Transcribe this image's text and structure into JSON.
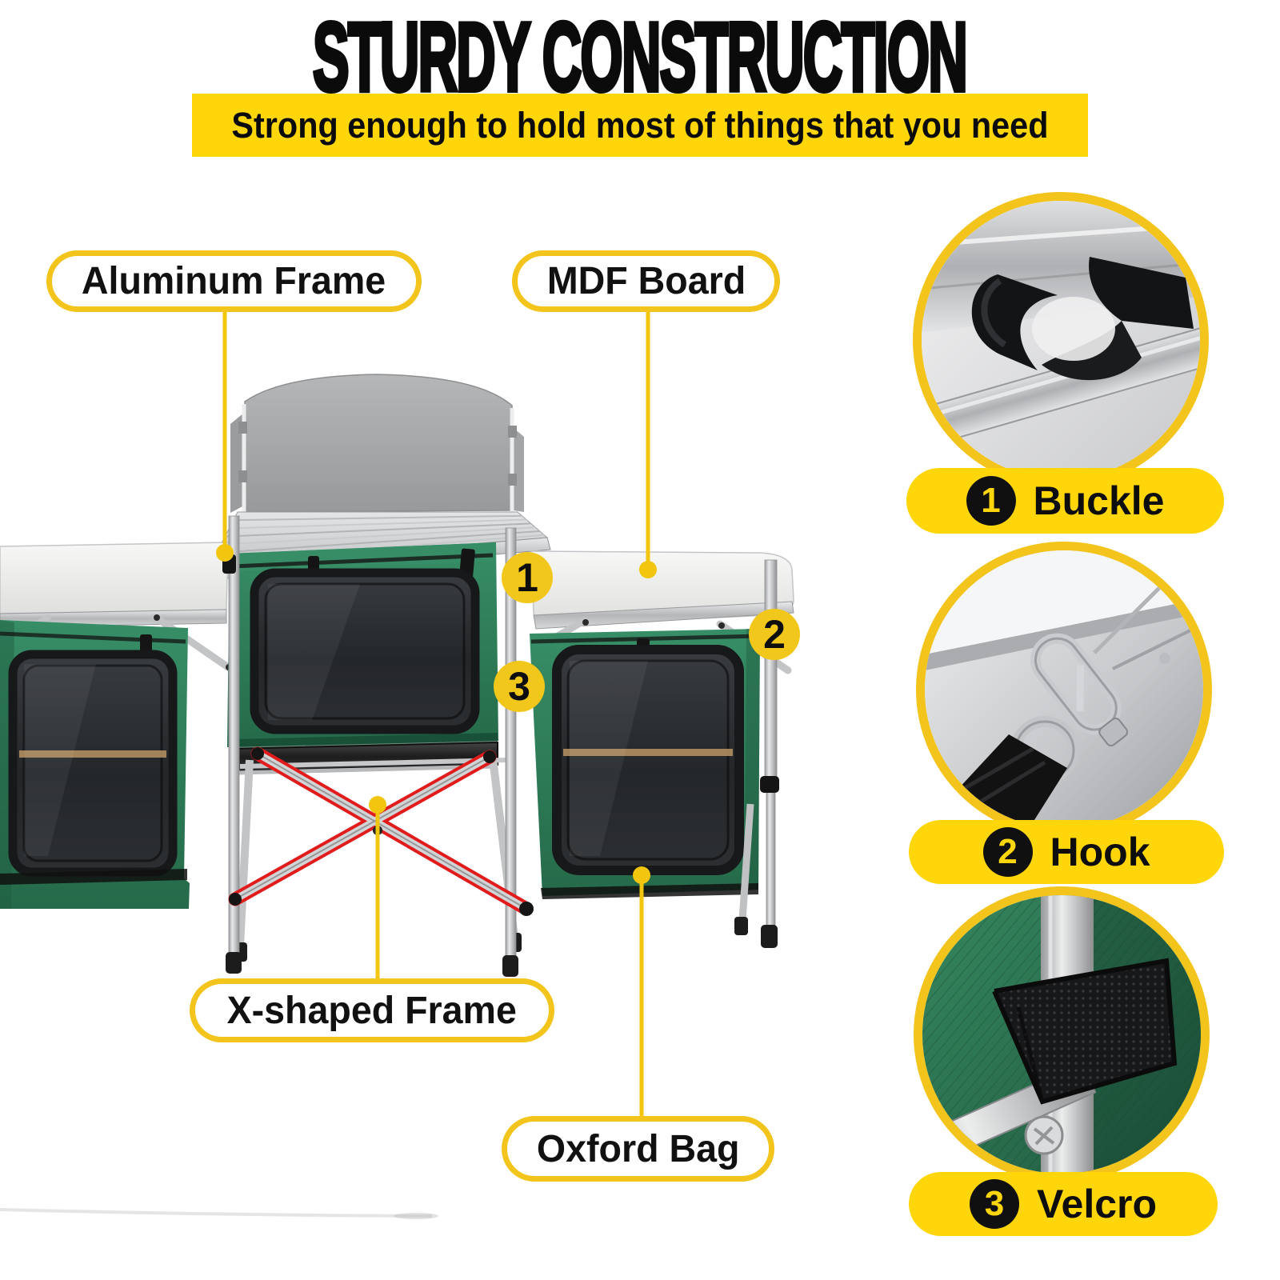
{
  "header": {
    "title": "STURDY CONSTRUCTION",
    "subtitle": "Strong enough to hold most of things that you need"
  },
  "callouts": [
    {
      "id": "aluminum-frame",
      "label": "Aluminum Frame"
    },
    {
      "id": "mdf-board",
      "label": "MDF Board"
    },
    {
      "id": "x-shaped-frame",
      "label": "X-shaped Frame"
    },
    {
      "id": "oxford-bag",
      "label": "Oxford Bag"
    }
  ],
  "part_badges": [
    {
      "number": "1"
    },
    {
      "number": "2"
    },
    {
      "number": "3"
    }
  ],
  "details": [
    {
      "number": "1",
      "label": "Buckle"
    },
    {
      "number": "2",
      "label": "Hook"
    },
    {
      "number": "3",
      "label": "Velcro"
    }
  ],
  "palette": {
    "accent_yellow": "#FFD60A",
    "outline_yellow": "#F2C41C",
    "fabric_green": "#2E7B57",
    "highlight_red": "#E11C1C",
    "metal_silver": "#C9CBCD"
  }
}
